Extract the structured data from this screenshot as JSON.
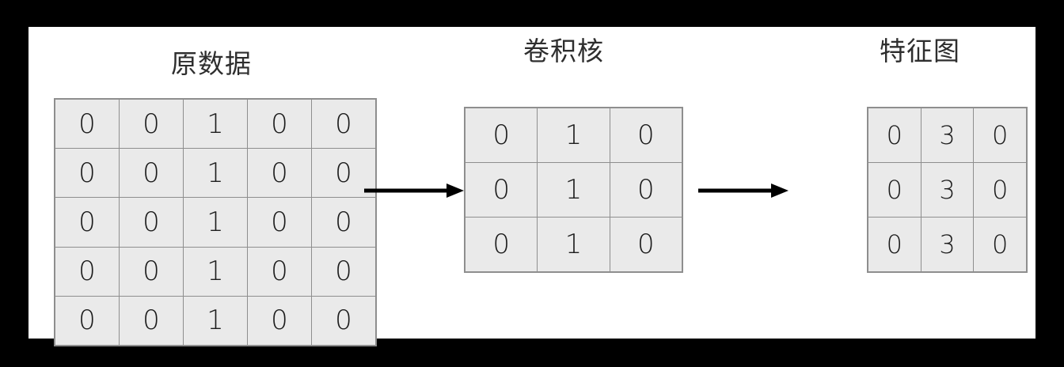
{
  "figure": {
    "type": "convolution-illustration",
    "background_color": "#000000",
    "canvas_color": "#ffffff",
    "cell_fill": "#eaeaea",
    "border_color": "#8e8e8e",
    "gridline_color": "#b8b8b8",
    "text_color": "#1c1c1c",
    "title_color": "#2e2e2e"
  },
  "blocks": {
    "input": {
      "title": "原数据",
      "rows": 5,
      "cols": 5,
      "values": [
        [
          "0",
          "0",
          "1",
          "0",
          "0"
        ],
        [
          "0",
          "0",
          "1",
          "0",
          "0"
        ],
        [
          "0",
          "0",
          "1",
          "0",
          "0"
        ],
        [
          "0",
          "0",
          "1",
          "0",
          "0"
        ],
        [
          "0",
          "0",
          "1",
          "0",
          "0"
        ]
      ]
    },
    "kernel": {
      "title": "卷积核",
      "rows": 3,
      "cols": 3,
      "values": [
        [
          "0",
          "1",
          "0"
        ],
        [
          "0",
          "1",
          "0"
        ],
        [
          "0",
          "1",
          "0"
        ]
      ]
    },
    "feature": {
      "title": "特征图",
      "rows": 3,
      "cols": 3,
      "values": [
        [
          "0",
          "3",
          "0"
        ],
        [
          "0",
          "3",
          "0"
        ],
        [
          "0",
          "3",
          "0"
        ]
      ]
    }
  },
  "arrows": [
    {
      "name": "input-to-kernel",
      "direction": "right"
    },
    {
      "name": "kernel-to-feature",
      "direction": "right"
    }
  ]
}
